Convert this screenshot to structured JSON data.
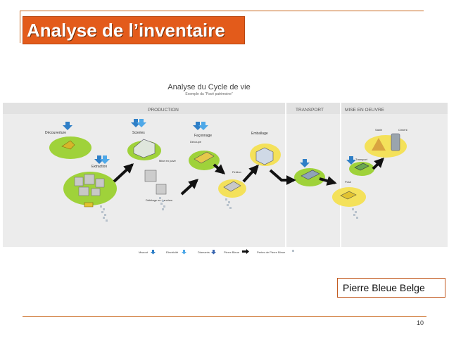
{
  "slide": {
    "title": "Analyse de l’inventaire",
    "caption": "Pierre Bleue Belge",
    "page_number": "10"
  },
  "diagram": {
    "title": "Analyse du Cycle de vie",
    "subtitle": "Exemple du “Pavé patrimoine”",
    "sections": {
      "production": "PRODUCTION",
      "transport": "TRANSPORT",
      "mise": "MISE EN OEUVRE"
    },
    "stages": {
      "decouverture": "Découverture",
      "extraction": "Extraction",
      "scieries": "Scieries",
      "mise_en_pave": "Mise en pavé",
      "debitage": "Débitage en tranches",
      "faconnage": "Façonnage",
      "decoupe": "Découpe",
      "finition": "Finition",
      "emballage": "Emballage",
      "transport": "Transport",
      "sable": "Sable",
      "ciment": "Ciment",
      "pose": "Pose"
    },
    "legend": {
      "mazout": "Mazout",
      "electricite": "Electricité",
      "diamants": "Diamants",
      "pierre_bleue": "Pierre Bleue",
      "pertes": "Pertes de Pierre Bleue"
    }
  },
  "colors": {
    "accent": "#e35b1b",
    "rule": "#c9691f",
    "green_blob": "#9fd23a",
    "yellow_blob": "#f4e15a",
    "arrow_blue": "#2f7fc7",
    "arrow_black": "#111111"
  }
}
